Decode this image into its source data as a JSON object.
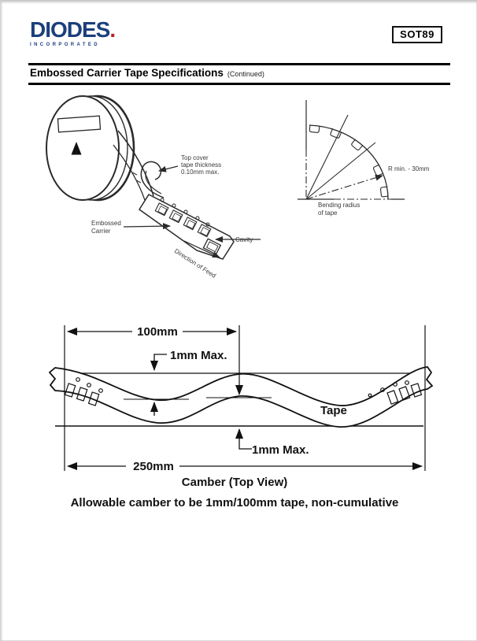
{
  "header": {
    "brand": "DIODES",
    "brand_dot": ".",
    "brand_sub": "INCORPORATED",
    "brand_color": "#1c3f7d",
    "brand_dot_color": "#b5232a",
    "package_badge": "SOT89"
  },
  "section": {
    "title": "Embossed Carrier Tape Specifications",
    "continued": "(Continued)"
  },
  "reel": {
    "top_cover_1": "Top cover",
    "top_cover_2": "tape thickness",
    "top_cover_3": "0.10mm max.",
    "embossed_1": "Embossed",
    "embossed_2": "Carrier",
    "cavity": "Cavity",
    "direction": "Direction of Feed"
  },
  "bending": {
    "r_min": "R min. - 30mm",
    "label_1": "Bending radius",
    "label_2": "of tape"
  },
  "camber": {
    "dim_top": "100mm",
    "max_top": "1mm Max.",
    "tape": "Tape",
    "max_bottom": "1mm Max.",
    "dim_bottom": "250mm",
    "caption": "Camber (Top View)",
    "note": "Allowable camber to be 1mm/100mm tape, non-cumulative"
  }
}
